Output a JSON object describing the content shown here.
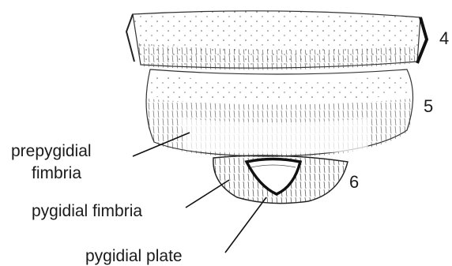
{
  "figure": {
    "segment_labels": {
      "s4": "4",
      "s5": "5",
      "s6": "6"
    },
    "annotations": {
      "prepygidial_line1": "prepygidial",
      "prepygidial_line2": "fimbria",
      "pygidial_fimbria": "pygidial fimbria",
      "pygidial_plate": "pygidial plate"
    }
  }
}
